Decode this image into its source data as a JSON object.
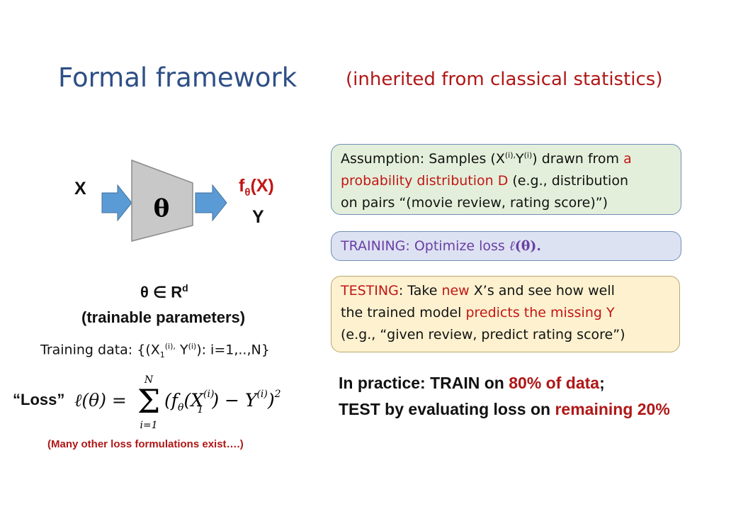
{
  "title": "Formal framework",
  "subtitle": "(inherited from classical statistics)",
  "diagram": {
    "input_label": "X",
    "param_symbol": "θ",
    "output_fn": "f",
    "output_fn_sub": "θ",
    "output_fn_arg": "(X)",
    "target_label": "Y",
    "colors": {
      "block": "#c8c8c8",
      "arrow": "#5b9bd5"
    }
  },
  "params": {
    "theta_line": "θ ∈ R",
    "theta_sup": "d",
    "trainable": "(trainable parameters)"
  },
  "training_data": {
    "prefix": "Training data: {(X",
    "sub1": "1",
    "sup1": "(i),",
    "mid": " Y",
    "sup2": "(i)",
    "suffix": "): i=1,..,N}"
  },
  "loss": {
    "label": "“Loss”",
    "lhs": "ℓ(θ) =",
    "sum_upper": "N",
    "sum_lower": "i=1",
    "body_open": "(f",
    "body_sub": "θ",
    "body_x": "(X",
    "x_sup": "(i)",
    "x_sub": "1",
    "minus_y": ") − Y",
    "y_sup": "(i)",
    "close": ")",
    "power": "2",
    "note": "(Many other loss formulations exist….)"
  },
  "boxes": {
    "assumption": {
      "p1": "Assumption: Samples (X",
      "sup1": "(i),",
      "p2": "Y",
      "sup2": "(i)",
      "p3": ") drawn from ",
      "red1": "a",
      "red2": "probability distribution D",
      "p4": " (e.g., distribution",
      "p5": "on pairs “(movie review, rating score)”)"
    },
    "training": {
      "text": "TRAINING: Optimize loss ",
      "ell": "ℓ",
      "theta": "(θ)."
    },
    "testing": {
      "red_lead": "TESTING",
      "t1": ": Take ",
      "red_new": "new",
      "t2": " X’s and see how well",
      "t3": "the trained model ",
      "red_pred": "predicts the missing Y",
      "t4": "(e.g., “given review, predict rating score”)"
    }
  },
  "practice": {
    "l1a": "In practice: TRAIN on ",
    "l1b": "80% of data",
    "l1c": ";",
    "l2a": "TEST by evaluating loss on ",
    "l2b": "remaining 20%"
  }
}
